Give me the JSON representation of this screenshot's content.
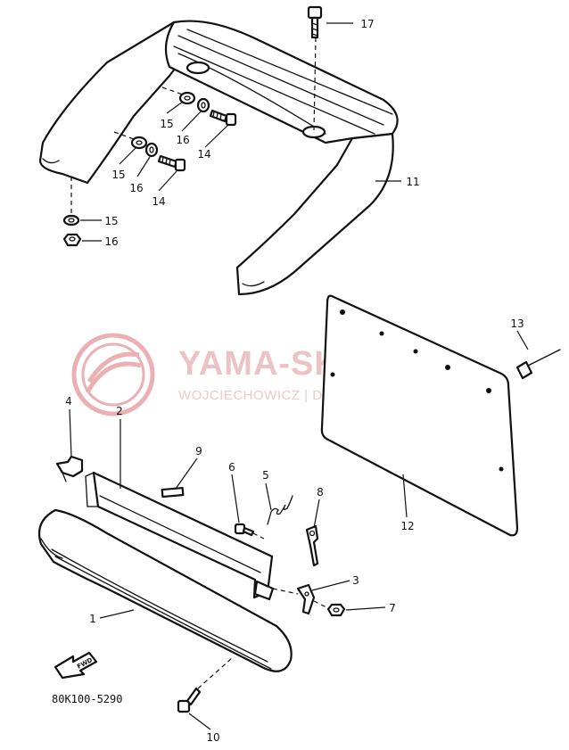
{
  "watermark": {
    "title": "YAMA-SKLEP.PL",
    "subtitle": "WOJCIECHOWICZ | DEALER YAMAHA",
    "color": "#e9a9ac"
  },
  "diagram_code": "80K100-5290",
  "direction_arrow": "FWD",
  "callouts": {
    "c1": "1",
    "c2": "2",
    "c3": "3",
    "c4": "4",
    "c5": "5",
    "c6": "6",
    "c7": "7",
    "c8": "8",
    "c9": "9",
    "c10": "10",
    "c11": "11",
    "c12": "12",
    "c13": "13",
    "c14a": "14",
    "c14b": "14",
    "c15a": "15",
    "c15b": "15",
    "c15c": "15",
    "c16a": "16",
    "c16b": "16",
    "c16c": "16",
    "c17": "17"
  }
}
